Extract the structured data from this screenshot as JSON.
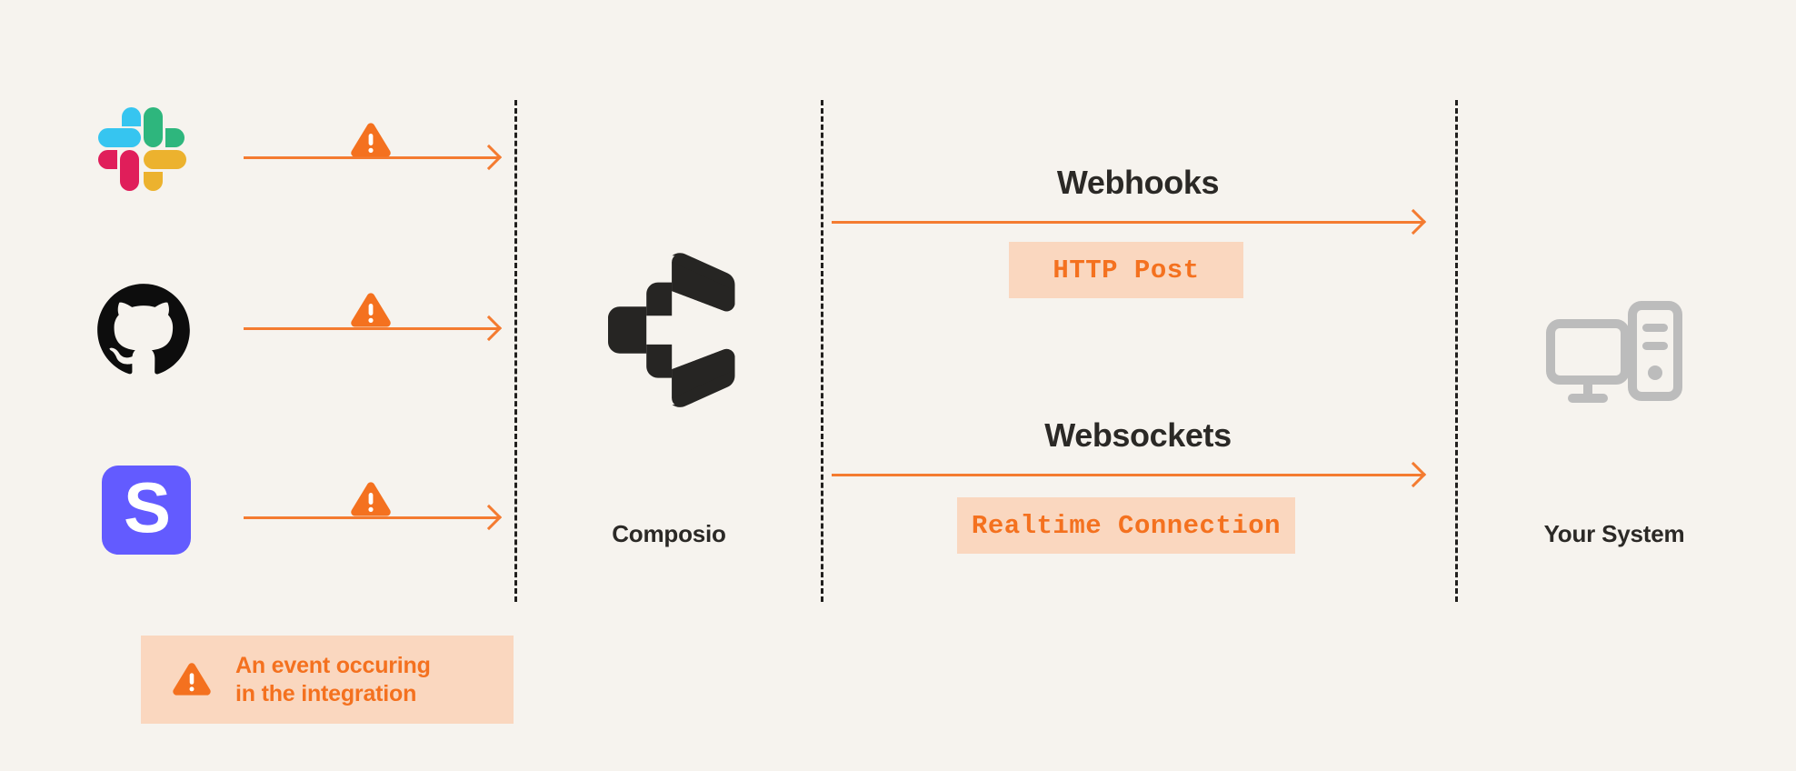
{
  "meta": {
    "background_color": "#f6f3ee",
    "accent_orange": "#f4711f",
    "arrow_orange": "#f47b30",
    "chip_background": "#fad7bf",
    "text_dark": "#2b2926",
    "divider_color": "#211f1d",
    "computer_gray": "#bcbcbc"
  },
  "sources": [
    {
      "id": "slack",
      "name": "Slack",
      "icon": "slack-logo-icon"
    },
    {
      "id": "github",
      "name": "GitHub",
      "icon": "github-logo-icon"
    },
    {
      "id": "stripe",
      "name": "Stripe",
      "icon": "stripe-logo-icon",
      "glyph": "S",
      "brand_color": "#635bff"
    }
  ],
  "hub": {
    "label": "Composio",
    "icon": "composio-logo-icon"
  },
  "destination": {
    "label": "Your System",
    "icon": "desktop-computer-icon"
  },
  "channels": [
    {
      "id": "webhooks",
      "title": "Webhooks",
      "chip": "HTTP Post"
    },
    {
      "id": "websockets",
      "title": "Websockets",
      "chip": "Realtime Connection"
    }
  ],
  "event_marker": {
    "icon": "warning-triangle-icon",
    "symbol": "!"
  },
  "legend": {
    "icon": "warning-triangle-icon",
    "text": "An event occuring\nin the integration"
  }
}
